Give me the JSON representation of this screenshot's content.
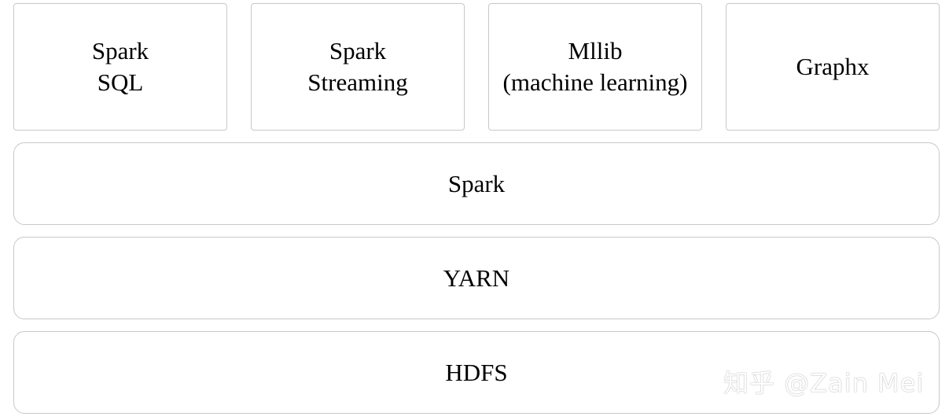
{
  "modules": [
    {
      "label": "Spark\nSQL"
    },
    {
      "label": "Spark\nStreaming"
    },
    {
      "label": "Mllib\n(machine learning)"
    },
    {
      "label": "Graphx"
    }
  ],
  "layers": {
    "core": "Spark",
    "resource_manager": "YARN",
    "storage": "HDFS"
  },
  "watermark": "知乎 @Zain Mei"
}
